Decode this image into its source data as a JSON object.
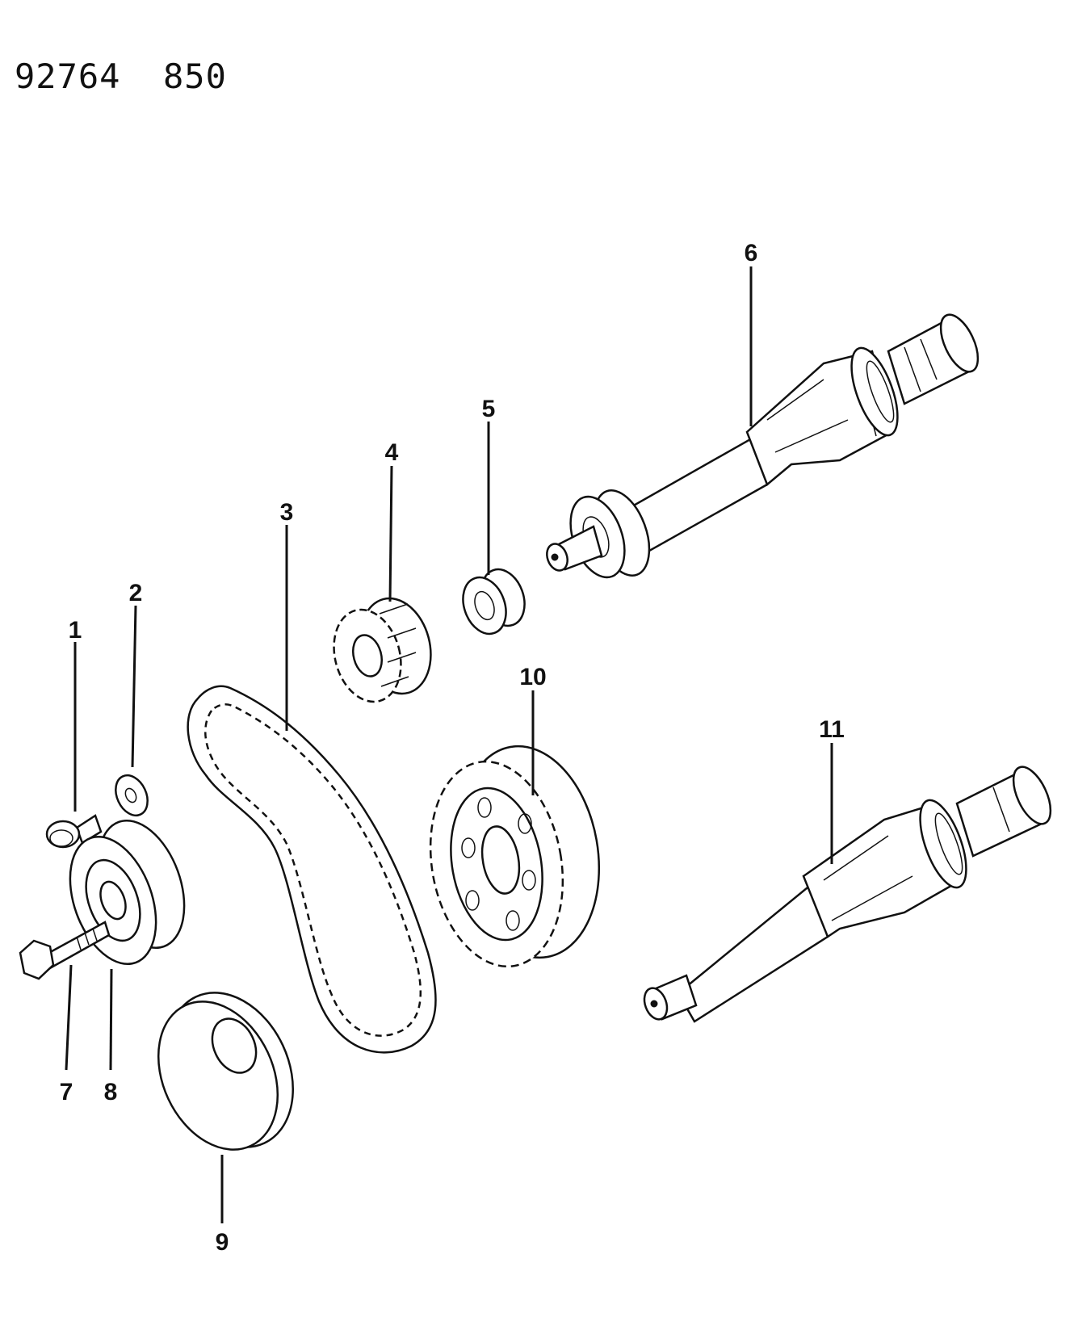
{
  "header": {
    "drawing_number": "92764  850"
  },
  "callouts": {
    "c1": "1",
    "c2": "2",
    "c3": "3",
    "c4": "4",
    "c5": "5",
    "c6": "6",
    "c7": "7",
    "c8": "8",
    "c9": "9",
    "c10": "10",
    "c11": "11"
  }
}
